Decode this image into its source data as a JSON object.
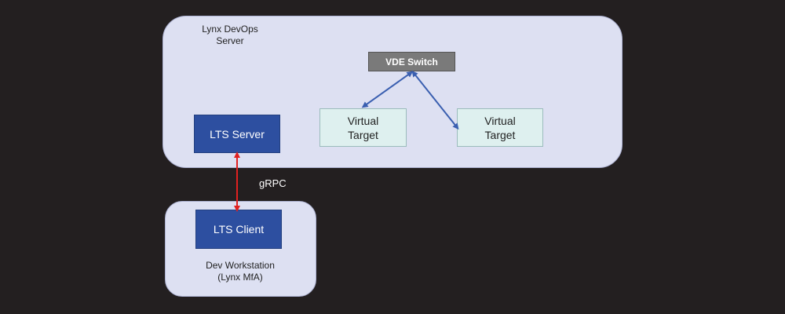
{
  "diagram": {
    "devops_server": {
      "label": "Lynx DevOps\nServer"
    },
    "lts_server": {
      "label": "LTS Server"
    },
    "vde_switch": {
      "label": "VDE Switch"
    },
    "virtual_target_1": {
      "label": "Virtual\nTarget"
    },
    "virtual_target_2": {
      "label": "Virtual\nTarget"
    },
    "protocol_label": "gRPC",
    "lts_client": {
      "label": "LTS Client"
    },
    "workstation": {
      "label": "Dev Workstation\n(Lynx MfA)"
    },
    "colors": {
      "background": "#231f20",
      "container_fill": "#dde0f2",
      "blue_box": "#2d4fa0",
      "switch_box": "#7a7a7a",
      "target_box": "#def0ef",
      "grpc_arrow": "#e02020",
      "switch_arrow": "#3a5fb0"
    }
  }
}
